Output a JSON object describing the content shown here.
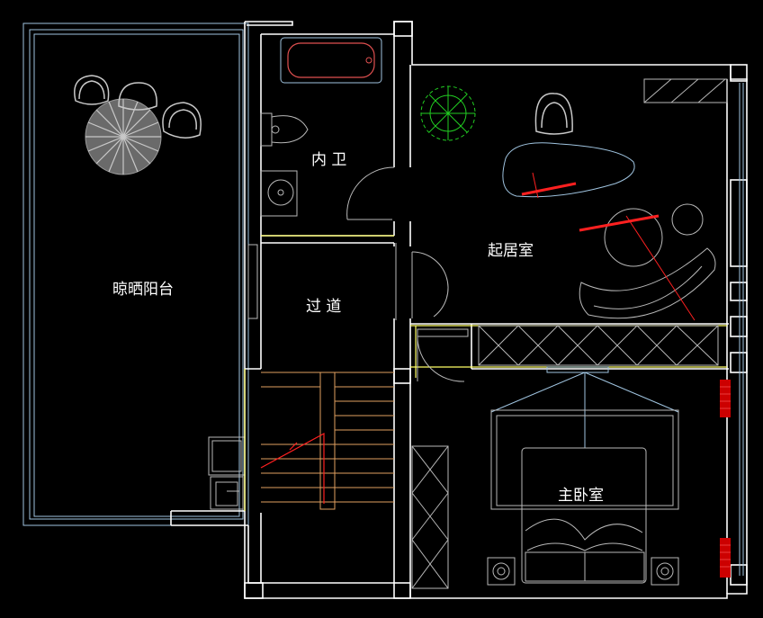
{
  "rooms": {
    "balcony": "晾晒阳台",
    "bathroom": "内 卫",
    "corridor": "过 道",
    "living": "起居室",
    "bedroom": "主卧室"
  },
  "colors": {
    "wall": "#ffffff",
    "cad_blue": "#9fc3df",
    "furniture_gray": "#b8b8b8",
    "yellow": "#ffff66",
    "stair_orange": "#e0a060",
    "red": "#ff2020",
    "red_marks": "#cc0000",
    "plant_green": "#22cc22",
    "bath_red": "#e05050"
  },
  "icons": [
    "bathtub-icon",
    "toilet-icon",
    "sink-icon",
    "plant-icon",
    "chair-icon",
    "bed-icon",
    "sofa-icon",
    "table-icon",
    "door-swing-icon",
    "stair-icon"
  ]
}
